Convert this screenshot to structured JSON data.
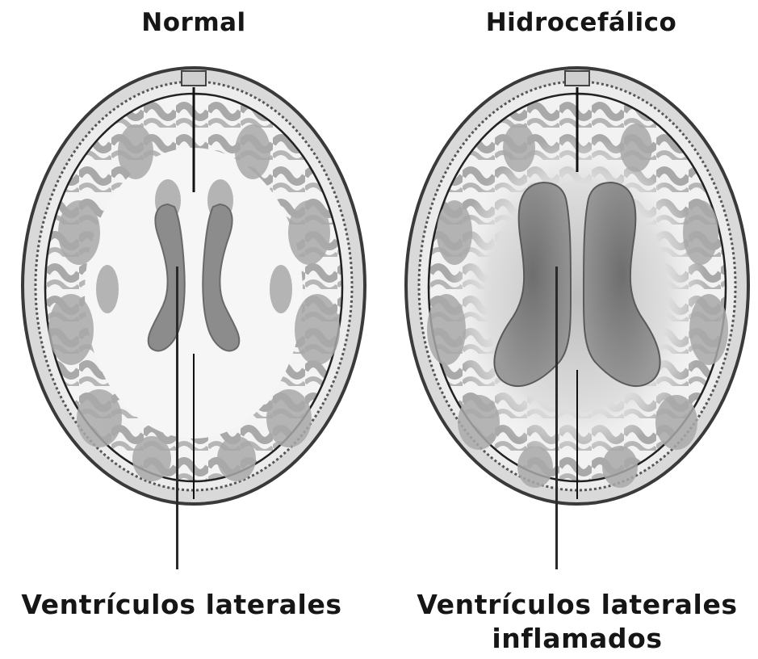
{
  "titles": {
    "normal": "Normal",
    "hydro": "Hidrocefálico"
  },
  "labels": {
    "normal": "Ventrículos laterales",
    "hydro_line1": "Ventrículos laterales",
    "hydro_line2": "inflamados"
  },
  "colors": {
    "skull_outline": "#3a3a3a",
    "skull_fill": "#d9d9d9",
    "gray_matter": "#a9a9a9",
    "white_matter": "#f4f4f4",
    "ventricle_normal": "#8c8c8c",
    "ventricle_enlarged": "#7a7a7a",
    "text": "#161616"
  }
}
